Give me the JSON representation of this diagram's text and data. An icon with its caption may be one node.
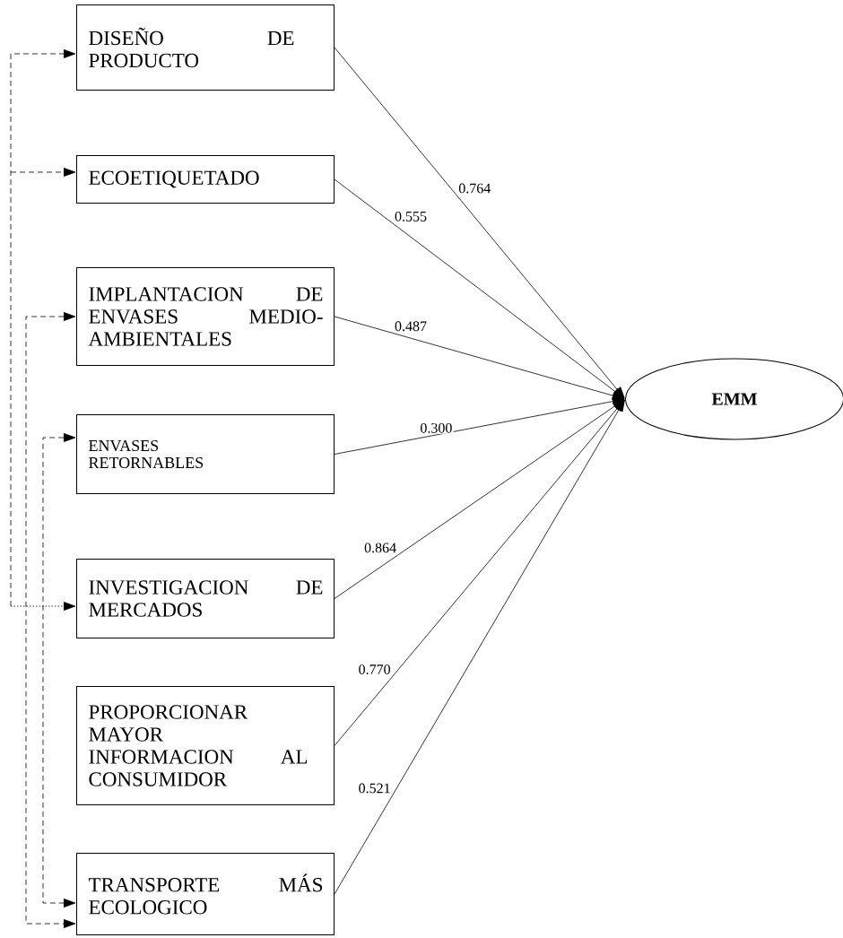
{
  "diagram": {
    "nodes": [
      {
        "text": [
          "DISEÑO DE PRODUCTO"
        ]
      },
      {
        "text": [
          "ECOETIQUETADO"
        ]
      },
      {
        "text": [
          "IMPLANTACION DE ENVASES MEDIO-AMBIENTALES"
        ]
      },
      {
        "text": [
          "ENVASES RETORNABLES"
        ]
      },
      {
        "text": [
          "INVESTIGACION DE MERCADOS"
        ]
      },
      {
        "text": [
          "PROPORCIONAR MAYOR INFORMACION AL CONSUMIDOR"
        ]
      },
      {
        "text": [
          "TRANSPORTE MÁS ECOLOGICO"
        ]
      },
      {
        "text": [
          "EMM"
        ]
      }
    ],
    "edges": [
      {
        "from": 0,
        "to": 7,
        "arrow": "to",
        "label": "0.764"
      },
      {
        "from": 1,
        "to": 7,
        "arrow": "to",
        "label": "0.555"
      },
      {
        "from": 2,
        "to": 7,
        "arrow": "to",
        "label": "0.487"
      },
      {
        "from": 3,
        "to": 7,
        "arrow": "to",
        "label": "0.300"
      },
      {
        "from": 4,
        "to": 7,
        "arrow": "to",
        "label": "0.864"
      },
      {
        "from": 5,
        "to": 7,
        "arrow": "to",
        "label": "0.770"
      },
      {
        "from": 6,
        "to": 7,
        "arrow": "to",
        "label": "0.521"
      },
      {
        "from": null,
        "to": 0,
        "arrow": "to",
        "style": "dashed"
      },
      {
        "from": null,
        "to": 1,
        "arrow": "to",
        "style": "dashed"
      },
      {
        "from": null,
        "to": 4,
        "arrow": "to",
        "style": "dashed"
      },
      {
        "from": 2,
        "to": 6,
        "arrow": "both",
        "style": "dashed"
      },
      {
        "from": 3,
        "to": 6,
        "arrow": "both",
        "style": "dashed"
      }
    ]
  }
}
